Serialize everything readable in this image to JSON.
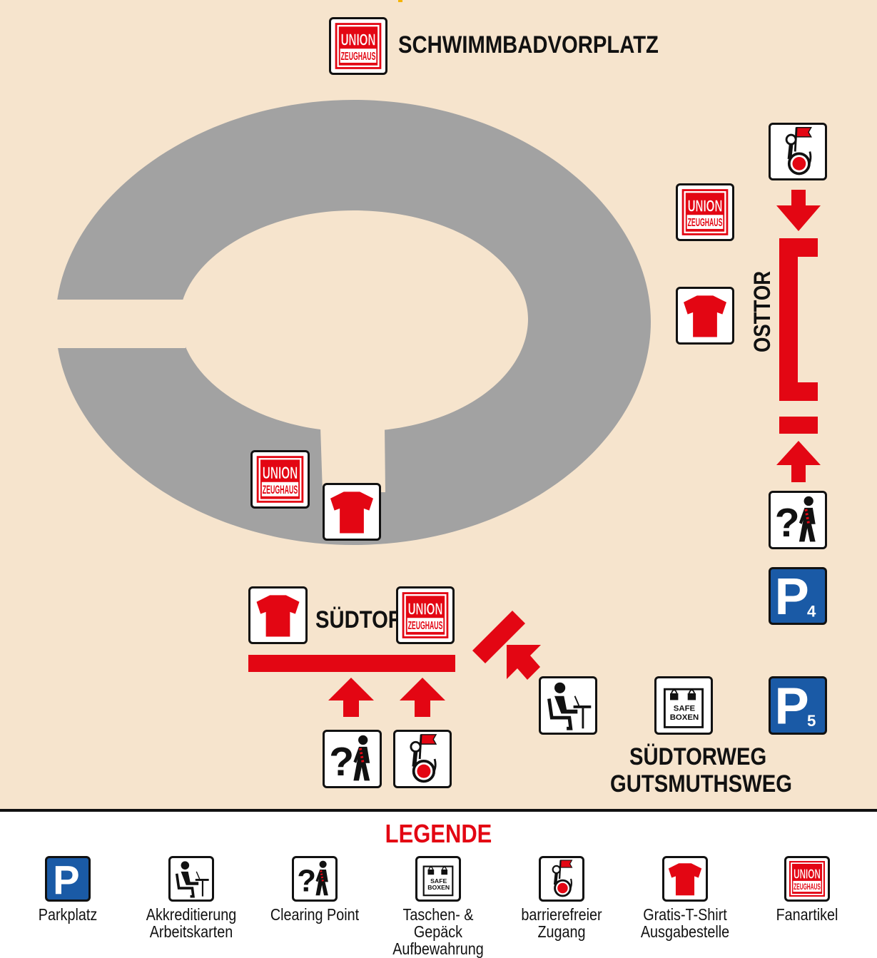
{
  "colors": {
    "background": "#f6e4cd",
    "stadium": "#a2a2a2",
    "accent_red": "#e30613",
    "parking_blue": "#1a5aa6",
    "outline": "#111111"
  },
  "labels": {
    "schwimmbadvorplatz": "SCHWIMMBADVORPLATZ",
    "osttor": "OSTTOR",
    "suedtor": "SÜDTOR",
    "suedtorweg": "SÜDTORWEG",
    "gutsmuthsweg": "GUTSMUTHSWEG"
  },
  "logo": {
    "line1": "UNION",
    "line2": "ZEUGHAUS"
  },
  "safe_box": {
    "line1": "SAFE",
    "line2": "BOXEN"
  },
  "parking": {
    "letter": "P",
    "p4_number": "4",
    "p5_number": "5"
  },
  "icon_names": [
    "parking-icon",
    "accreditation-desk-icon",
    "clearing-point-icon",
    "safe-box-icon",
    "wheelchair-access-icon",
    "tshirt-icon",
    "union-zeughaus-logo"
  ],
  "legend": {
    "title": "LEGENDE",
    "items": [
      {
        "key": "parking",
        "line1": "Parkplatz",
        "line2": ""
      },
      {
        "key": "accreditation",
        "line1": "Akkreditierung",
        "line2": "Arbeitskarten"
      },
      {
        "key": "clearing",
        "line1": "Clearing Point",
        "line2": ""
      },
      {
        "key": "luggage",
        "line1": "Taschen- & Gepäck",
        "line2": "Aufbewahrung"
      },
      {
        "key": "accessible",
        "line1": "barrierefreier",
        "line2": "Zugang"
      },
      {
        "key": "tshirt",
        "line1": "Gratis-T-Shirt",
        "line2": "Ausgabestelle"
      },
      {
        "key": "merch",
        "line1": "Fanartikel",
        "line2": ""
      }
    ]
  }
}
